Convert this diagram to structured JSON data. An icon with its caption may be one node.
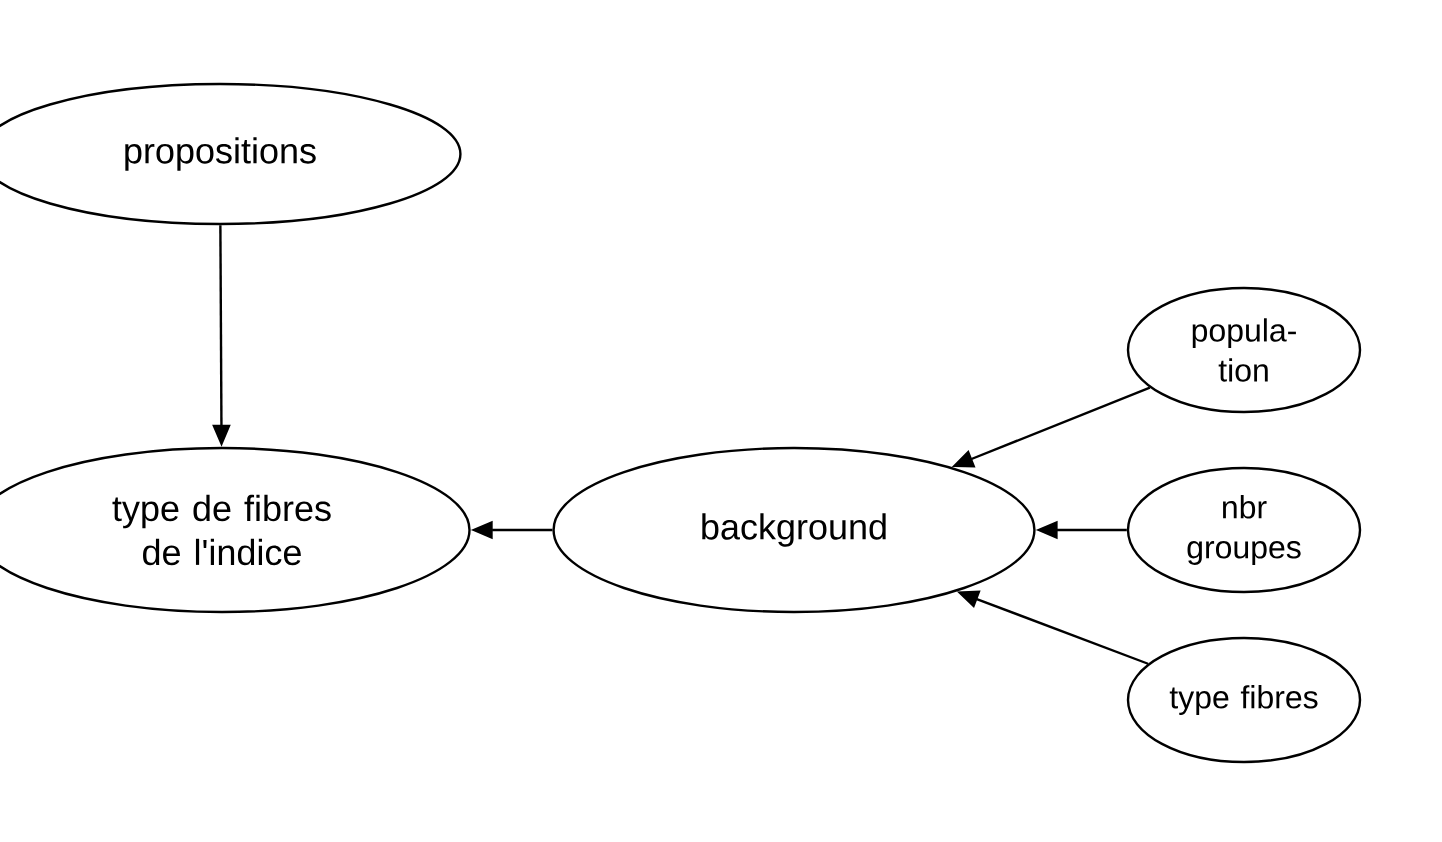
{
  "diagram": {
    "nodes": [
      {
        "text": [
          "propositions"
        ]
      },
      {
        "text": [
          "type de fibres de l'indice"
        ]
      },
      {
        "text": [
          "background"
        ]
      },
      {
        "text": [
          "popula- tion"
        ]
      },
      {
        "text": [
          "nbr groupes"
        ]
      },
      {
        "text": [
          "type fibres"
        ]
      }
    ],
    "edges": [
      {
        "from": 0,
        "to": 1,
        "arrow": "to"
      },
      {
        "from": 2,
        "to": 1,
        "arrow": "to"
      },
      {
        "from": 3,
        "to": 2,
        "arrow": "to"
      },
      {
        "from": 4,
        "to": 2,
        "arrow": "to"
      },
      {
        "from": 5,
        "to": 2,
        "arrow": "to"
      }
    ]
  }
}
